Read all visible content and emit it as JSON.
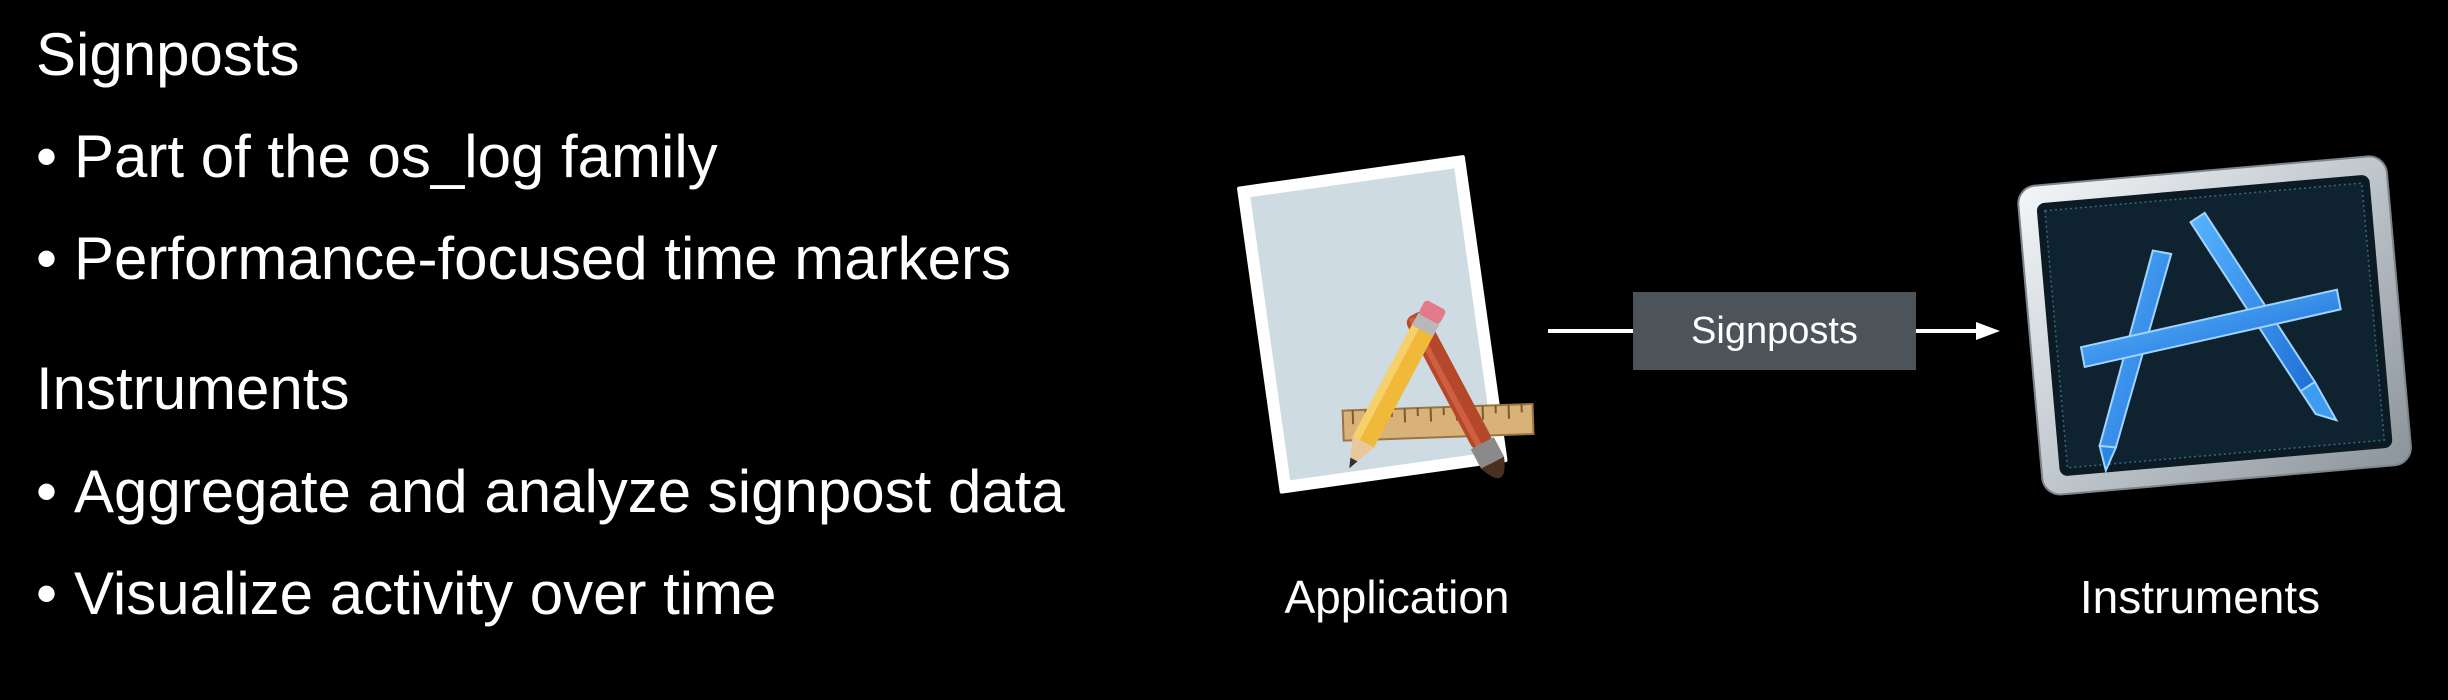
{
  "slide": {
    "background": "#000000",
    "sections": [
      {
        "heading": "Signposts",
        "bullets": [
          "Part of the os_log family",
          "Performance-focused time markers"
        ]
      },
      {
        "heading": "Instruments",
        "bullets": [
          "Aggregate and analyze signpost data",
          "Visualize activity over time"
        ]
      }
    ],
    "bullet_glyph": "•"
  },
  "diagram": {
    "source": {
      "label": "Application",
      "icon": "application-icon"
    },
    "connector": {
      "label": "Signposts",
      "box_color": "#4d5459"
    },
    "target": {
      "label": "Instruments",
      "icon": "instruments-app-icon"
    }
  }
}
